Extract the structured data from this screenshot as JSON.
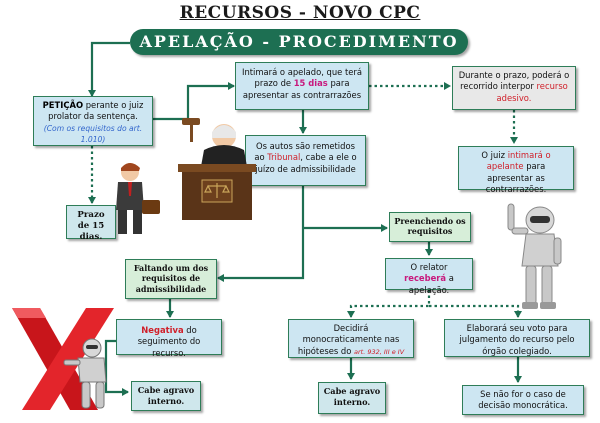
{
  "header": {
    "title": "RECURSOS - NOVO CPC",
    "subtitle": "APELAÇÃO - PROCEDIMENTO"
  },
  "nodes": {
    "peticao": {
      "lead": "PETIÇÃO",
      "rest": " perante o juiz prolator da sentença.",
      "note": "(Com os requisitos do art. 1.010)"
    },
    "prazo": {
      "text": "Prazo de 15 dias."
    },
    "intimara": {
      "part1": "Intimará o apelado, que terá prazo de ",
      "highlight": "15 dias",
      "part2": " para apresentar as contrarrazões"
    },
    "durante": {
      "part1": "Durante o prazo, poderá o recorrido interpor ",
      "highlight": "recurso adesivo."
    },
    "juiz_intimara": {
      "part1": "O juiz ",
      "highlight": "intimará o apelante",
      "part2": " para apresentar as contrarrazões."
    },
    "autos": {
      "part1": "Os autos são remetidos ao ",
      "highlight": "Tribunal",
      "part2": ", cabe a ele o juízo de admissibilidade"
    },
    "preenchendo": {
      "text": "Preenchendo os requisitos"
    },
    "relator": {
      "part1": "O relator ",
      "highlight": "receberá",
      "part2": " a apelação."
    },
    "faltando": {
      "text": "Faltando um dos requisitos de admissibilidade"
    },
    "negativa": {
      "highlight": "Negativa",
      "rest": " do seguimento do recurso."
    },
    "cabe1": {
      "text": "Cabe agravo interno."
    },
    "decidira": {
      "part1": "Decidirá monocraticamente nas hipóteses do ",
      "ref": "art. 932, III e IV"
    },
    "elaborara": {
      "text": "Elaborará seu voto para julgamento do recurso pelo órgão colegiado."
    },
    "cabe2": {
      "text": "Cabe agravo interno."
    },
    "senao": {
      "text": "Se não for o caso de decisão monocrática."
    }
  },
  "colors": {
    "banner": "#1d6f52",
    "connector": "#1d6f52",
    "highlight_red": "#d0202a",
    "highlight_pink": "#c8197d"
  }
}
